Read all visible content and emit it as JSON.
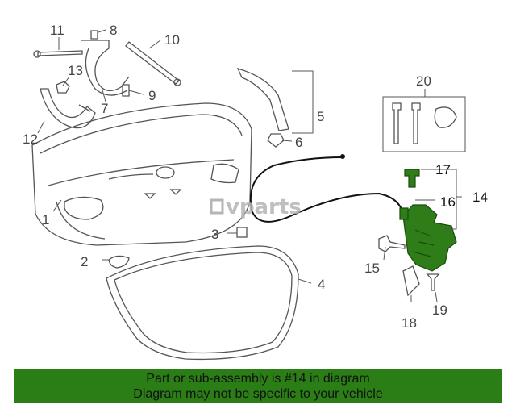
{
  "watermark": "vparts",
  "callouts": {
    "c1": "1",
    "c2": "2",
    "c3": "3",
    "c4": "4",
    "c5": "5",
    "c6": "6",
    "c7": "7",
    "c8": "8",
    "c9": "9",
    "c10": "10",
    "c11": "11",
    "c12": "12",
    "c13": "13",
    "c14": "14",
    "c15": "15",
    "c16": "16",
    "c17": "17",
    "c18": "18",
    "c19": "19",
    "c20": "20"
  },
  "banner": {
    "line1": "Part or sub-assembly is #14 in diagram",
    "line2": "Diagram may not be specific to your vehicle"
  },
  "colors": {
    "highlight": "#2e7d18",
    "banner": "#2b7d16"
  }
}
